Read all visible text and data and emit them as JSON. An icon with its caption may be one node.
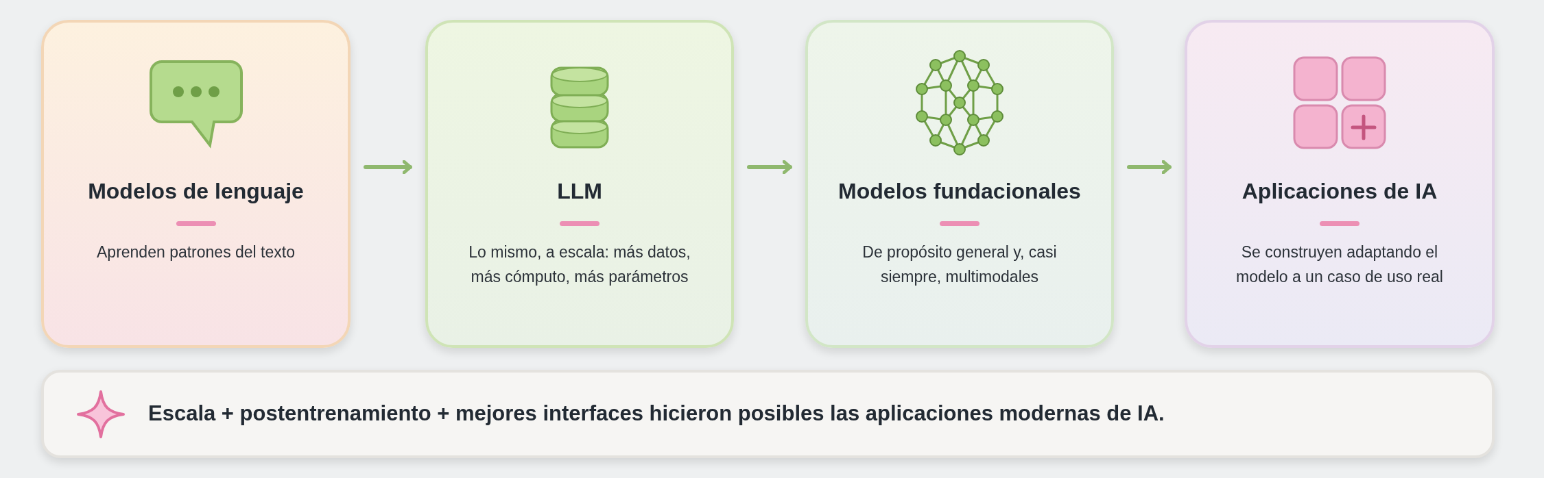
{
  "diagram": {
    "nodes": [
      {
        "text": [
          "Modelos de lenguaje",
          "Aprenden patrones del texto"
        ]
      },
      {
        "text": [
          "LLM",
          "Lo mismo, a escala: más datos, más cómputo, más parámetros"
        ]
      },
      {
        "text": [
          "Modelos fundacionales",
          "De propósito general y, casi siempre, multimodales"
        ]
      },
      {
        "text": [
          "Aplicaciones de IA",
          "Se construyen adaptando el modelo a un caso de uso real"
        ]
      },
      {
        "text": [
          "Escala + postentrenamiento + mejores interfaces hicieron posibles las aplicaciones modernas de IA."
        ]
      }
    ],
    "edges": [
      {
        "from": 0,
        "to": 1,
        "arrow": "to",
        "color": "#8fb86e"
      },
      {
        "from": 1,
        "to": 2,
        "arrow": "to",
        "color": "#8fb86e"
      },
      {
        "from": 2,
        "to": 3,
        "arrow": "to",
        "color": "#8fb86e"
      }
    ]
  }
}
